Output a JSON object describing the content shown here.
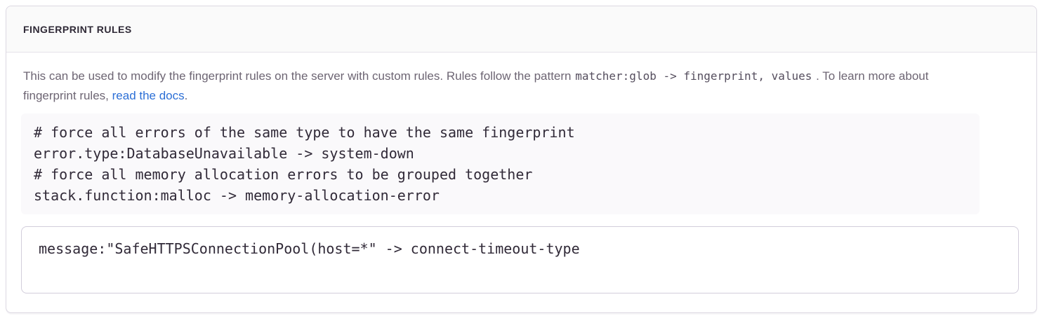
{
  "panel": {
    "title": "FINGERPRINT RULES",
    "description": {
      "text_before_pattern": "This can be used to modify the fingerprint rules on the server with custom rules. Rules follow the pattern",
      "pattern_code": "matcher:glob -> fingerprint, values",
      "text_after_pattern": ". To learn more about fingerprint rules,",
      "link_label": "read the docs",
      "text_after_link": "."
    },
    "example_code": "# force all errors of the same type to have the same fingerprint\nerror.type:DatabaseUnavailable -> system-down\n# force all memory allocation errors to be grouped together\nstack.function:malloc -> memory-allocation-error",
    "rules_input": {
      "value": "message:\"SafeHTTPSConnectionPool(host=*\" -> connect-timeout-type"
    },
    "colors": {
      "link_blue": "#2c6fd6",
      "heading_text": "#2f2936",
      "body_text": "#6d6573",
      "code_text": "#312a38",
      "panel_border": "#dcd8e2",
      "header_background": "#fafafa",
      "code_background": "#faf9fb",
      "input_border": "#d2cddb"
    }
  }
}
